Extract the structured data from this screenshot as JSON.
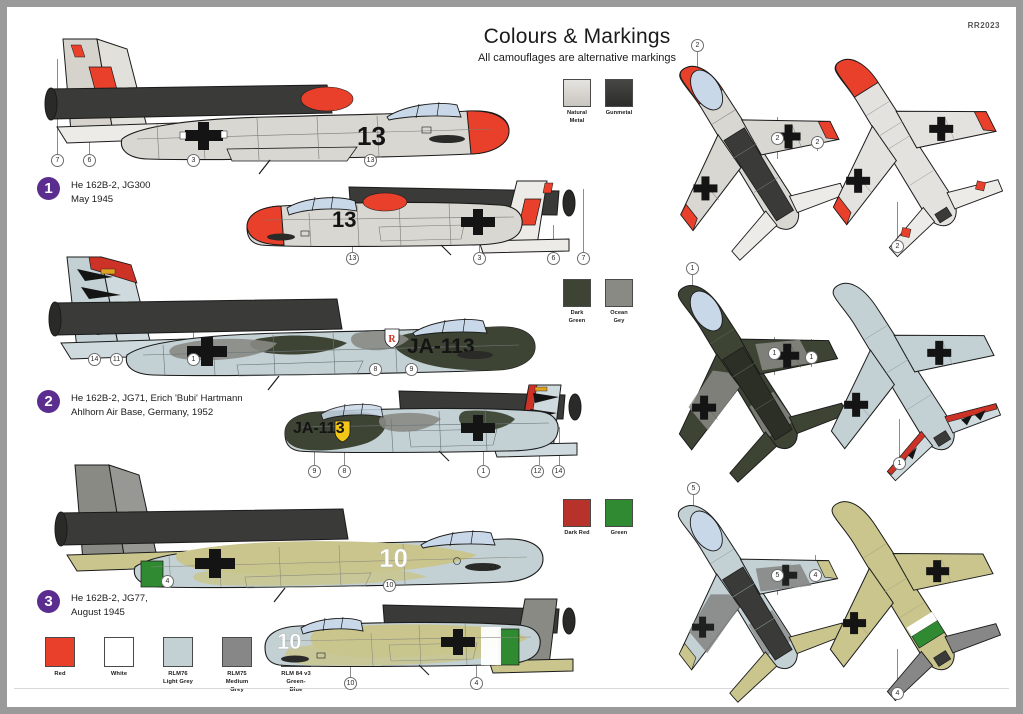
{
  "sheet": {
    "kit_code": "RR2023",
    "title": "Colours & Markings",
    "subtitle": "All camouflages are alternative markings"
  },
  "swatch_groups": [
    {
      "name": "group-top",
      "swatches": [
        {
          "label": "Natural\nMetal",
          "color": "#d6d3cd"
        },
        {
          "label": "Gunmetal",
          "color": "#3a3a38"
        }
      ]
    },
    {
      "name": "group-middle",
      "swatches": [
        {
          "label": "Dark Green",
          "color": "#3d4434"
        },
        {
          "label": "Ocean Gey",
          "color": "#8a8a85"
        }
      ]
    },
    {
      "name": "group-lower",
      "swatches": [
        {
          "label": "Dark Red",
          "color": "#b8322c"
        },
        {
          "label": "Green",
          "color": "#2f8a32"
        }
      ]
    }
  ],
  "legend": {
    "name": "paint-legend",
    "swatches": [
      {
        "label": "Red",
        "color": "#e8402a"
      },
      {
        "label": "White",
        "color": "#ffffff"
      },
      {
        "label": "RLM76\nLight Grey",
        "color": "#c3d0d4"
      },
      {
        "label": "RLM75\nMedium Grey",
        "color": "#878787"
      },
      {
        "label": "RLM 84 v3\nGreen-Blue",
        "color": "#c9c58d"
      }
    ]
  },
  "schemes": [
    {
      "number": "1",
      "caption": "He 162B-2, JG300\nMay 1945",
      "aircraft_code": "13",
      "callouts": [
        "7",
        "6",
        "3",
        "13",
        "13",
        "3",
        "6",
        "7",
        "2",
        "2",
        "2",
        "2"
      ]
    },
    {
      "number": "2",
      "caption": "He 162B-2,  JG71, Erich 'Bubi' Hartmann\nAhlhorn Air Base, Germany, 1952",
      "aircraft_code": "JA-113",
      "callouts": [
        "14",
        "11",
        "1",
        "8",
        "9",
        "9",
        "8",
        "1",
        "12",
        "14",
        "1",
        "1",
        "1",
        "1"
      ]
    },
    {
      "number": "3",
      "caption": "He 162B-2, JG77,\nAugust 1945",
      "aircraft_code": "10",
      "callouts": [
        "4",
        "10",
        "10",
        "4",
        "5",
        "5",
        "4",
        "4"
      ]
    }
  ],
  "colors": {
    "purple": "#5b2d8e",
    "red": "#e8402a",
    "white": "#ffffff",
    "rlm76": "#c3d0d4",
    "rlm75": "#878787",
    "rlm84": "#c9c58d",
    "dark_green": "#3d4434",
    "ocean_grey": "#8a8a85",
    "gunmetal": "#3a3a38",
    "natural_metal": "#d6d3cd",
    "dark_red": "#b8322c",
    "green": "#2f8a32",
    "canopy": "#c9d8e8",
    "outline": "#1b1b1b"
  }
}
